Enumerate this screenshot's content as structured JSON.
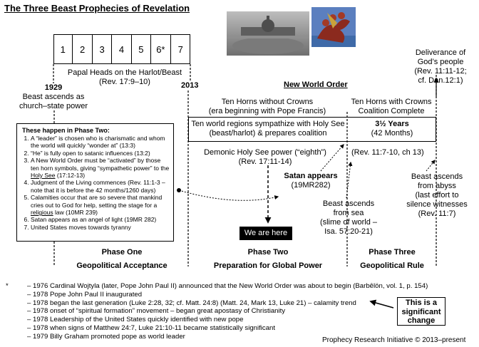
{
  "title": "The Three Beast Prophecies of Revelation",
  "papal_heads": {
    "numbers": [
      "1",
      "2",
      "3",
      "4",
      "5",
      "6*",
      "7"
    ],
    "label_line1": "Papal Heads on the Harlot/Beast",
    "label_line2": "(Rev. 17:9–10)"
  },
  "year_1929": {
    "year": "1929",
    "line1": "Beast ascends as",
    "line2": "church–state power"
  },
  "year_2013": "2013",
  "deliverance": {
    "line1": "Deliverance of",
    "line2": "God’s people",
    "line3": "(Rev. 11:11-12;",
    "line4": "cf. Dan.12:1)"
  },
  "new_world_order": "New World Order",
  "horns_without": {
    "line1": "Ten Horns without Crowns",
    "line2": "(era beginning with Pope Francis)"
  },
  "horns_with": {
    "line1": "Ten Horns with Crowns",
    "line2": "Coalition Complete"
  },
  "box_left": {
    "line1": "Ten world regions sympathize with Holy See",
    "line2": "(beast/harlot) & prepares coalition"
  },
  "box_right": {
    "line1": "3½ Years",
    "line2": "(42 Months)"
  },
  "demonic": {
    "line1": "Demonic Holy See power (“eighth”)",
    "line2": "(Rev. 17:11-14)"
  },
  "rev11_ref": "(Rev. 11:7-10, ch 13)",
  "satan": {
    "title": "Satan appears",
    "ref": "(19MR282)"
  },
  "beast_sea": {
    "line1": "Beast ascends",
    "line2": "from sea",
    "line3": "(slime of world –",
    "line4": "Isa. 57:20-21)"
  },
  "beast_abyss": {
    "line1": "Beast ascends",
    "line2": "from abyss",
    "line3": "(last effort to",
    "line4": "silence witnesses",
    "line5": "(Rev. 11:7)"
  },
  "phase_two_box": {
    "heading": "These happen in Phase Two:",
    "items": [
      {
        "a": "A “leader” is chosen who is charismatic and whom the world will quickly “wonder at” (13:3)"
      },
      {
        "a": "“He” is fully open to satanic influences (13:2)"
      },
      {
        "a": "A New World Order must be “activated” by those ten horn symbols, giving “sympathetic power” to the ",
        "u": "Holy See",
        "b": " (17:12-13)"
      },
      {
        "a": "Judgment of the Living commences (Rev. 11:1-3 – note that it is before the 42 months/1260 days)"
      },
      {
        "a": "Calamities occur that are so severe that mankind cries out to God for help, setting the stage for a ",
        "u": "religious",
        "b": " law (10MR 239)"
      },
      {
        "a": "Satan appears as an angel of light (19MR 282)"
      },
      {
        "a": "United States moves towards tyranny"
      }
    ]
  },
  "we_are_here": "We are here",
  "phases": [
    {
      "name": "Phase One",
      "desc": "Geopolitical Acceptance"
    },
    {
      "name": "Phase Two",
      "desc": "Preparation for Global Power"
    },
    {
      "name": "Phase Three",
      "desc": "Geopolitical Rule"
    }
  ],
  "footnotes": {
    "marker": "*",
    "items": [
      "– 1976 Cardinal Wojtyla (later, Pope John Paul II) announced that the New World Order was about to begin (Barbêlön, vol. 1, p. 154)",
      "– 1978 Pope John Paul II inaugurated",
      "– 1978 began the last generation (Luke 2:28, 32; cf. Matt. 24:8) (Matt. 24, Mark 13, Luke 21) – calamity trend",
      "– 1978 onset of “spiritual formation” movement – began great apostasy of Christianity",
      "– 1978 Leadership of the United States quickly identified with new pope",
      "– 1978 when signs of Matthew 24:7, Luke 21:10-11 became statistically significant",
      "– 1979 Billy Graham promoted pope as world leader"
    ]
  },
  "significant": {
    "line1": "This is a",
    "line2": "significant",
    "line3": "change"
  },
  "copyright": "Prophecy Research Initiative © 2013–present",
  "colors": {
    "image_gray": "#8a8a8a",
    "beast_red": "#8b2a1e",
    "sky_blue": "#5b7fbf"
  }
}
